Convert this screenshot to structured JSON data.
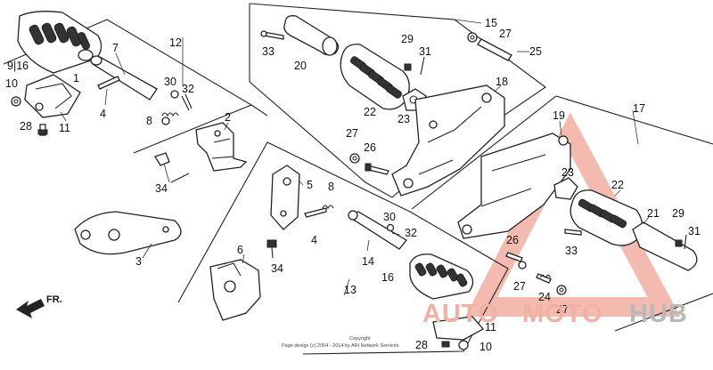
{
  "callouts": [
    {
      "id": "c1",
      "label": "1"
    },
    {
      "id": "c2",
      "label": "2"
    },
    {
      "id": "c3",
      "label": "3"
    },
    {
      "id": "c4a",
      "label": "4"
    },
    {
      "id": "c4b",
      "label": "4"
    },
    {
      "id": "c5",
      "label": "5"
    },
    {
      "id": "c6",
      "label": "6"
    },
    {
      "id": "c7",
      "label": "7"
    },
    {
      "id": "c8a",
      "label": "8"
    },
    {
      "id": "c8b",
      "label": "8"
    },
    {
      "id": "c916",
      "label": "9|16"
    },
    {
      "id": "c10a",
      "label": "10"
    },
    {
      "id": "c10b",
      "label": "10"
    },
    {
      "id": "c11a",
      "label": "11"
    },
    {
      "id": "c11b",
      "label": "11"
    },
    {
      "id": "c12",
      "label": "12"
    },
    {
      "id": "c13",
      "label": "13"
    },
    {
      "id": "c14",
      "label": "14"
    },
    {
      "id": "c15",
      "label": "15"
    },
    {
      "id": "c16",
      "label": "16"
    },
    {
      "id": "c17",
      "label": "17"
    },
    {
      "id": "c18",
      "label": "18"
    },
    {
      "id": "c19",
      "label": "19"
    },
    {
      "id": "c20",
      "label": "20"
    },
    {
      "id": "c21",
      "label": "21"
    },
    {
      "id": "c22a",
      "label": "22"
    },
    {
      "id": "c22b",
      "label": "22"
    },
    {
      "id": "c23a",
      "label": "23"
    },
    {
      "id": "c23b",
      "label": "23"
    },
    {
      "id": "c24",
      "label": "24"
    },
    {
      "id": "c25",
      "label": "25"
    },
    {
      "id": "c26a",
      "label": "26"
    },
    {
      "id": "c26b",
      "label": "26"
    },
    {
      "id": "c27a",
      "label": "27"
    },
    {
      "id": "c27b",
      "label": "27"
    },
    {
      "id": "c27c",
      "label": "27"
    },
    {
      "id": "c27d",
      "label": "27"
    },
    {
      "id": "c28a",
      "label": "28"
    },
    {
      "id": "c28b",
      "label": "28"
    },
    {
      "id": "c29a",
      "label": "29"
    },
    {
      "id": "c29b",
      "label": "29"
    },
    {
      "id": "c30a",
      "label": "30"
    },
    {
      "id": "c30b",
      "label": "30"
    },
    {
      "id": "c31a",
      "label": "31"
    },
    {
      "id": "c31b",
      "label": "31"
    },
    {
      "id": "c32a",
      "label": "32"
    },
    {
      "id": "c32b",
      "label": "32"
    },
    {
      "id": "c33a",
      "label": "33"
    },
    {
      "id": "c33b",
      "label": "33"
    },
    {
      "id": "c34a",
      "label": "34"
    },
    {
      "id": "c34b",
      "label": "34"
    }
  ],
  "direction_label": "FR.",
  "watermark": {
    "part1": "AUTO",
    "part2": "MOTO",
    "part3": "HUB",
    "color_primary": "#f0a090",
    "color_secondary": "#b0b0b0"
  },
  "copyright": {
    "line1": "Copyright",
    "line2": "Page design (c) 2004 - 2014 by ARI Network Services"
  }
}
